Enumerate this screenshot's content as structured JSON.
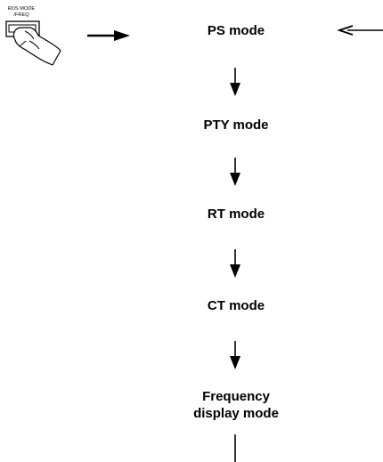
{
  "button": {
    "caption_line1": "RDS MODE",
    "caption_line2": "/FREQ",
    "icon": "hand-pressing-button-icon"
  },
  "modes": [
    {
      "label": "PS mode"
    },
    {
      "label": "PTY mode"
    },
    {
      "label": "RT mode"
    },
    {
      "label": "CT mode"
    },
    {
      "label_line1": "Frequency",
      "label_line2": "display mode"
    }
  ]
}
